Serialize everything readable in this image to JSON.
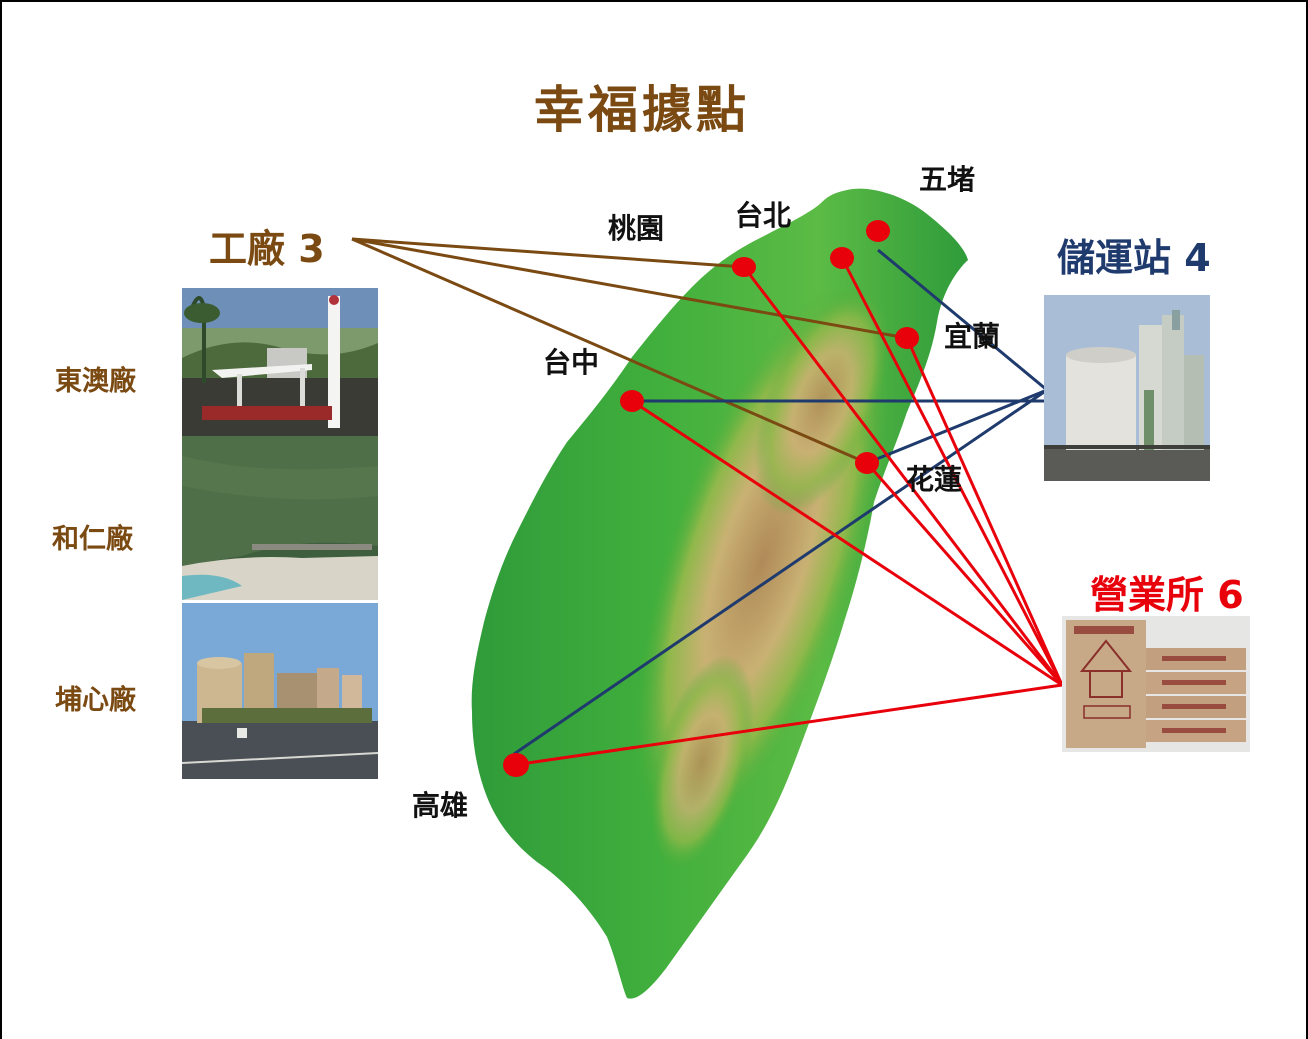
{
  "title": "幸福據點",
  "headings": {
    "factory": "工廠 3",
    "storage": "儲運站 4",
    "sales": "營業所 6"
  },
  "cities": {
    "wudu": "五堵",
    "taipei": "台北",
    "taoyuan": "桃園",
    "yilan": "宜蘭",
    "taichung": "台中",
    "hualien": "花蓮",
    "kaohsiung": "高雄"
  },
  "plants": {
    "dongao": "東澳廠",
    "heren": "和仁廠",
    "buxin": "埔心廠"
  },
  "colors": {
    "brown": "#7a4a12",
    "navy": "#1f3a6d",
    "red": "#e8000b"
  }
}
